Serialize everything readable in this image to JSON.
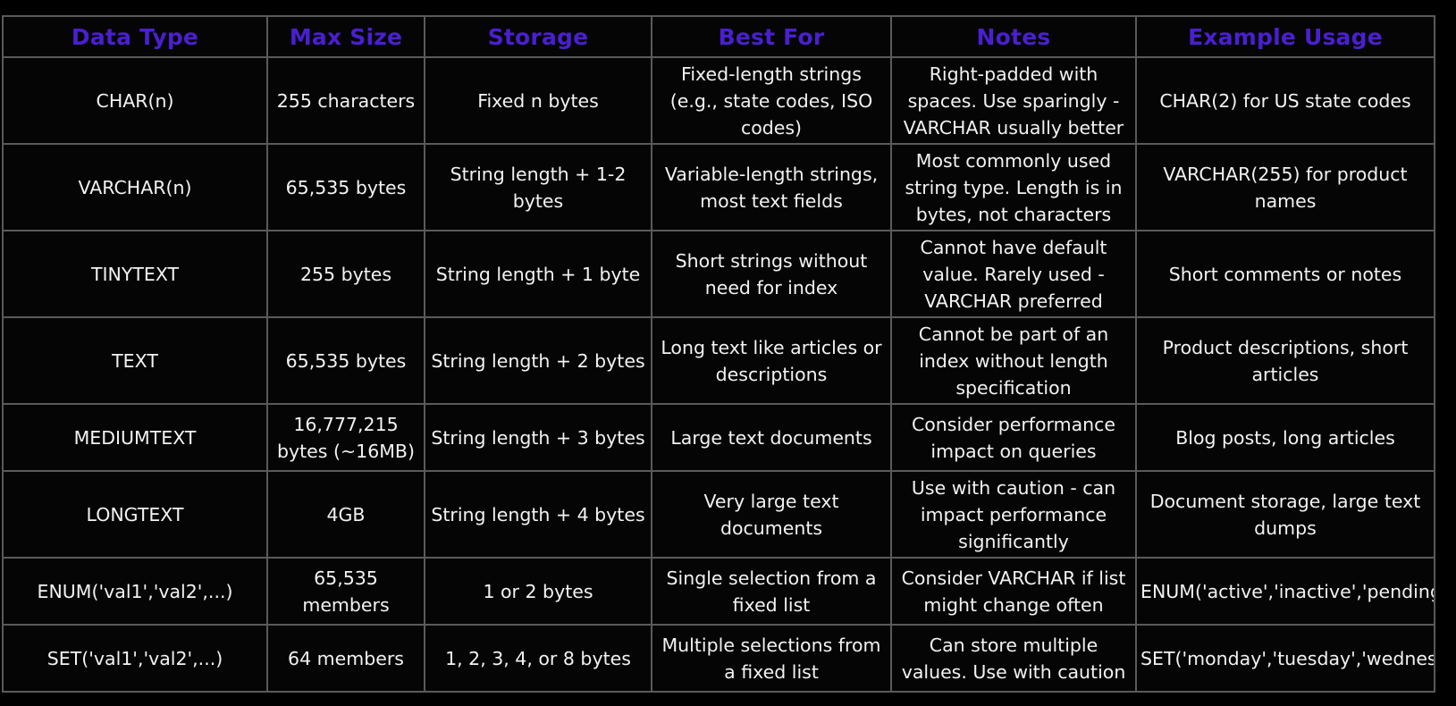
{
  "headers": [
    "Data Type",
    "Max Size",
    "Storage",
    "Best For",
    "Notes",
    "Example Usage"
  ],
  "rows": [
    [
      "CHAR(n)",
      "255 characters",
      "Fixed n bytes",
      "Fixed-length strings (e.g., state codes, ISO codes)",
      "Right-padded with spaces. Use sparingly - VARCHAR usually better",
      "CHAR(2) for US state codes"
    ],
    [
      "VARCHAR(n)",
      "65,535 bytes",
      "String length + 1-2 bytes",
      "Variable-length strings, most text fields",
      "Most commonly used string type. Length is in bytes, not characters",
      "VARCHAR(255) for product names"
    ],
    [
      "TINYTEXT",
      "255 bytes",
      "String length + 1 byte",
      "Short strings without need for index",
      "Cannot have default value. Rarely used - VARCHAR preferred",
      "Short comments or notes"
    ],
    [
      "TEXT",
      "65,535 bytes",
      "String length + 2 bytes",
      "Long text like articles or descriptions",
      "Cannot be part of an index without length specification",
      "Product descriptions, short articles"
    ],
    [
      "MEDIUMTEXT",
      "16,777,215 bytes (~16MB)",
      "String length + 3 bytes",
      "Large text documents",
      "Consider performance impact on queries",
      "Blog posts, long articles"
    ],
    [
      "LONGTEXT",
      "4GB",
      "String length + 4 bytes",
      "Very large text documents",
      "Use with caution - can impact performance significantly",
      "Document storage, large text dumps"
    ],
    [
      "ENUM('val1','val2',...)",
      "65,535 members",
      "1 or 2 bytes",
      "Single selection from a fixed list",
      "Consider VARCHAR if list might change often",
      "ENUM('active','inactive','pending')"
    ],
    [
      "SET('val1','val2',...)",
      "64 members",
      "1, 2, 3, 4, or 8 bytes",
      "Multiple selections from a fixed list",
      "Can store multiple values. Use with caution",
      "SET('monday','tuesday','wednesday',...)"
    ]
  ],
  "colors": {
    "header_text": "#4a1fd0",
    "cell_text": "#f2f2f2",
    "grid": "#5a5a5a",
    "background": "#000000"
  }
}
